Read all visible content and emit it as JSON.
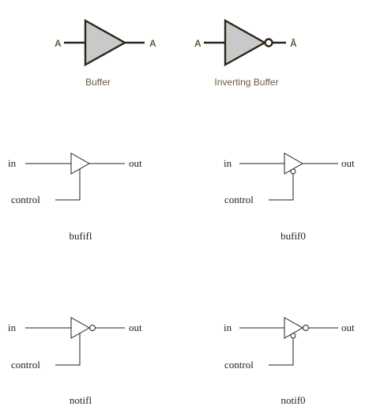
{
  "top_gates": {
    "buffer": {
      "input": "A",
      "output": "A",
      "caption": "Buffer"
    },
    "inverting": {
      "input": "A",
      "output": "Ā",
      "caption": "Inverting Buffer"
    }
  },
  "tristate_gates": [
    {
      "id": "bufif1",
      "input": "in",
      "output": "out",
      "control": "control",
      "caption": "bufifl"
    },
    {
      "id": "bufif0",
      "input": "in",
      "output": "out",
      "control": "control",
      "caption": "bufif0"
    },
    {
      "id": "notif1",
      "input": "in",
      "output": "out",
      "control": "control",
      "caption": "notifl"
    },
    {
      "id": "notif0",
      "input": "in",
      "output": "out",
      "control": "control",
      "caption": "notif0"
    }
  ],
  "colors": {
    "gate_fill": "#c9c9c9",
    "gate_stroke": "#2c2418",
    "label": "#6b5a3f",
    "line": "#222222"
  }
}
